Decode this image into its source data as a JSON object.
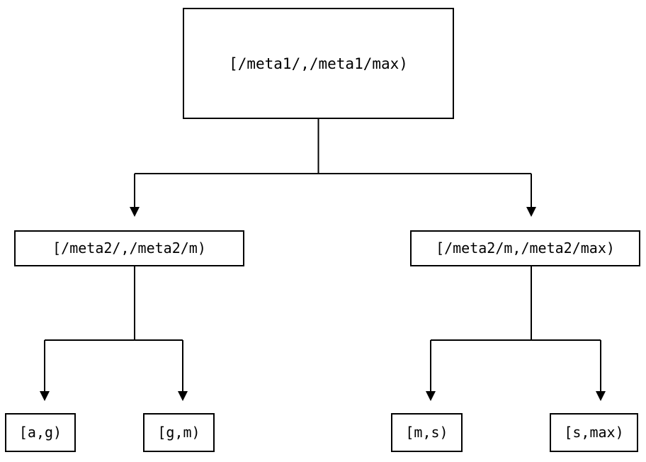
{
  "diagram": {
    "title": "interval-partition-tree",
    "background_color": "#ffffff",
    "stroke_color": "#000000",
    "text_color": "#000000",
    "levels": 3,
    "root": {
      "label": "[/meta1/,/meta1/max)"
    },
    "level2": [
      {
        "label": "[/meta2/,/meta2/m)"
      },
      {
        "label": "[/meta2/m,/meta2/max)"
      }
    ],
    "leaves": [
      {
        "label": "[a,g)"
      },
      {
        "label": "[g,m)"
      },
      {
        "label": "[m,s)"
      },
      {
        "label": "[s,max)"
      }
    ]
  }
}
